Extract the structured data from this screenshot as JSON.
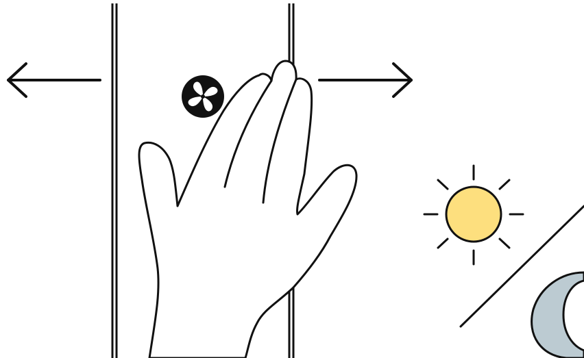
{
  "diagram": {
    "stroke_color": "#111111",
    "background_color": "#ffffff",
    "sun_fill": "#FDDF7E",
    "moon_fill": "#BCCBD2",
    "elements": [
      "left-arrow-icon",
      "glass-panel-left",
      "glass-panel-right",
      "fan-icon",
      "hand-icon",
      "right-arrow-icon",
      "sun-icon",
      "day-night-divider",
      "moon-icon"
    ]
  }
}
